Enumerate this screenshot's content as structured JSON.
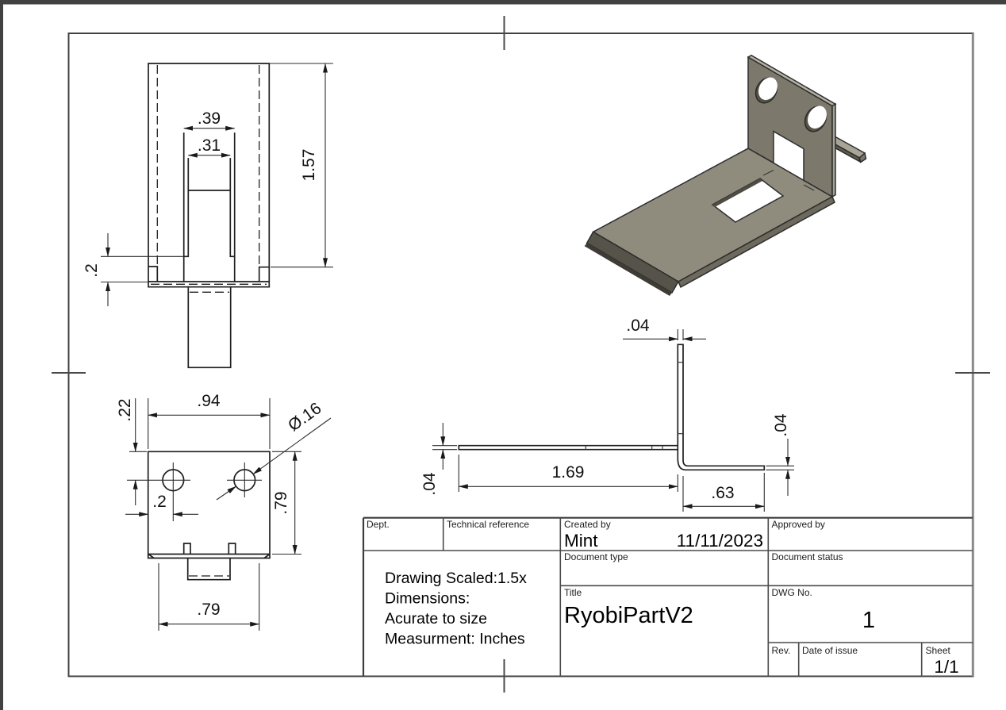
{
  "document": {
    "type": "engineering-drawing",
    "sheet_background": "#ffffff",
    "line_color": "#1f1f1f",
    "part_color": "#7c786b"
  },
  "dims": {
    "front_slot_outer": ".39",
    "front_slot_inner": ".31",
    "front_height": "1.57",
    "front_lip": ".2",
    "top_offset": ".22",
    "top_width": ".94",
    "top_hole_dia": "Ø.16",
    "top_hole_x": ".2",
    "top_depth": ".79",
    "top_flange": ".79",
    "side_t_top": ".04",
    "side_t_left": ".04",
    "side_length": "1.69",
    "side_flange": ".63",
    "side_t_right": ".04"
  },
  "title_block": {
    "dept_label": "Dept.",
    "technical_reference_label": "Technical reference",
    "created_by_label": "Created by",
    "created_by_value": "Mint",
    "created_date": "11/11/2023",
    "approved_by_label": "Approved by",
    "document_type_label": "Document type",
    "document_status_label": "Document status",
    "title_label": "Title",
    "title_value": "RyobiPartV2",
    "dwg_no_label": "DWG No.",
    "dwg_no_value": "1",
    "rev_label": "Rev.",
    "date_of_issue_label": "Date of issue",
    "sheet_label": "Sheet",
    "sheet_value": "1/1",
    "notes": [
      "Drawing Scaled:1.5x",
      "Dimensions:",
      "Acurate to size",
      "Measurment: Inches"
    ]
  }
}
